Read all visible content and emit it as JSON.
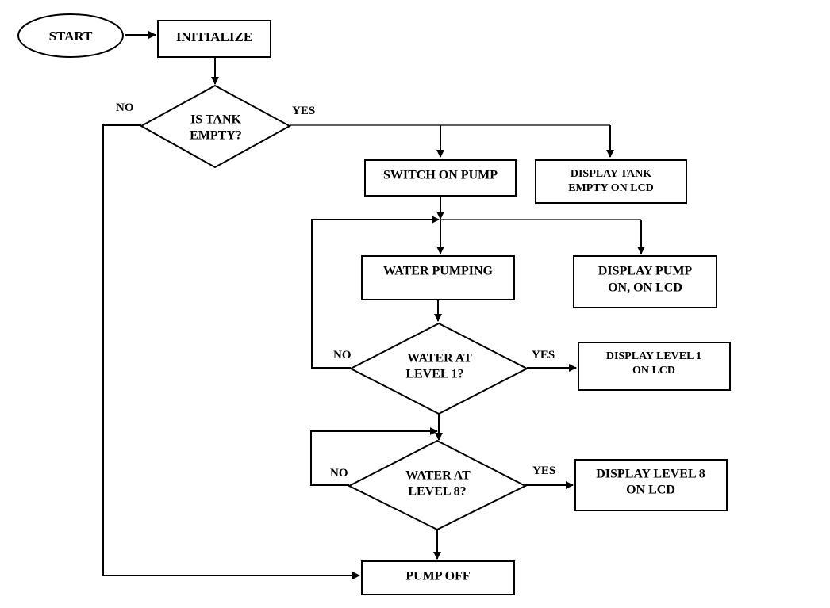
{
  "nodes": {
    "start": "START",
    "initialize": "INITIALIZE",
    "is_tank_empty": [
      "IS TANK",
      "EMPTY?"
    ],
    "switch_on_pump": "SWITCH ON PUMP",
    "display_tank_empty": [
      "DISPLAY TANK",
      "EMPTY ON LCD"
    ],
    "water_pumping": "WATER PUMPING",
    "display_pump_on": [
      "DISPLAY PUMP",
      "ON, ON LCD"
    ],
    "water_at_level_1": [
      "WATER AT",
      "LEVEL 1?"
    ],
    "display_level_1": [
      "DISPLAY LEVEL 1",
      "ON LCD"
    ],
    "water_at_level_8": [
      "WATER AT",
      "LEVEL 8?"
    ],
    "display_level_8": [
      "DISPLAY LEVEL 8",
      "ON LCD"
    ],
    "pump_off": "PUMP OFF"
  },
  "labels": {
    "tank_no": "NO",
    "tank_yes": "YES",
    "level1_no": "NO",
    "level1_yes": "YES",
    "level8_no": "NO",
    "level8_yes": "YES"
  }
}
